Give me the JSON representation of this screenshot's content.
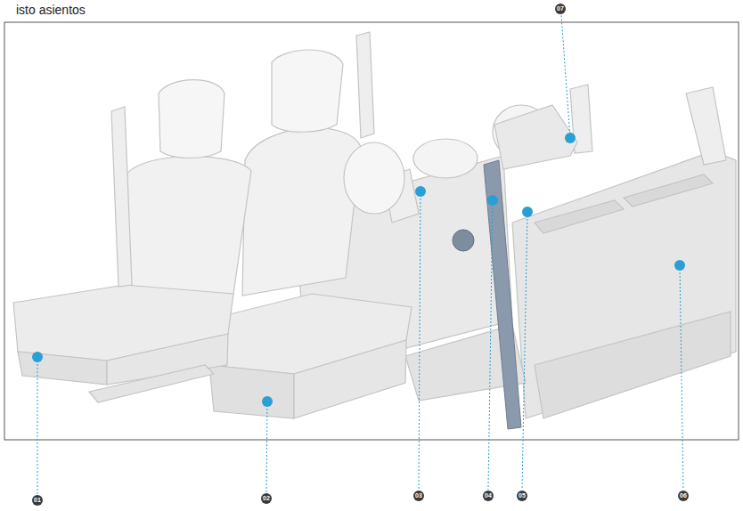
{
  "diagram": {
    "labels": [
      "isto asientos",
      "07",
      "01",
      "02",
      "03",
      "04",
      "05",
      "06"
    ]
  }
}
